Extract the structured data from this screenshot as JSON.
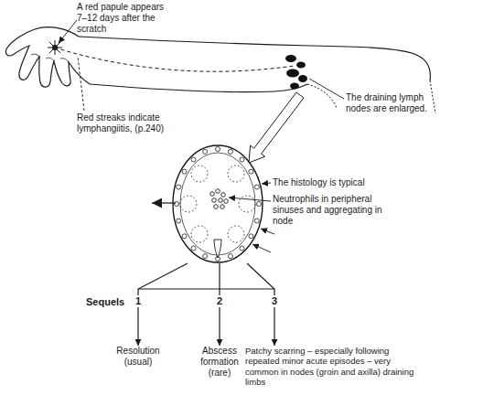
{
  "diagram": {
    "nodes": [
      {
        "text": [
          "The histology is typical",
          "Neutrophils in peripheral sinuses and aggregating in node"
        ]
      },
      {
        "text": [
          "Resolution (usual)"
        ]
      },
      {
        "text": [
          "Abscess formation (rare)"
        ]
      },
      {
        "text": [
          "Patchy scarring – especially following repeated minor acute episodes – very common in nodes (groin and axilla) draining limbs"
        ]
      }
    ],
    "edges": [
      {
        "from": 0,
        "to": 1,
        "arrow": "to"
      },
      {
        "from": 0,
        "to": 2,
        "arrow": "to"
      },
      {
        "from": 0,
        "to": 3,
        "arrow": "to"
      }
    ],
    "labels": [
      "A red papule appears 7–12 days after the scratch",
      "The draining lymph nodes are enlarged.",
      "Red streaks indicate lymphangiitis, (p.240)",
      "Sequels",
      "1",
      "2",
      "3"
    ]
  }
}
